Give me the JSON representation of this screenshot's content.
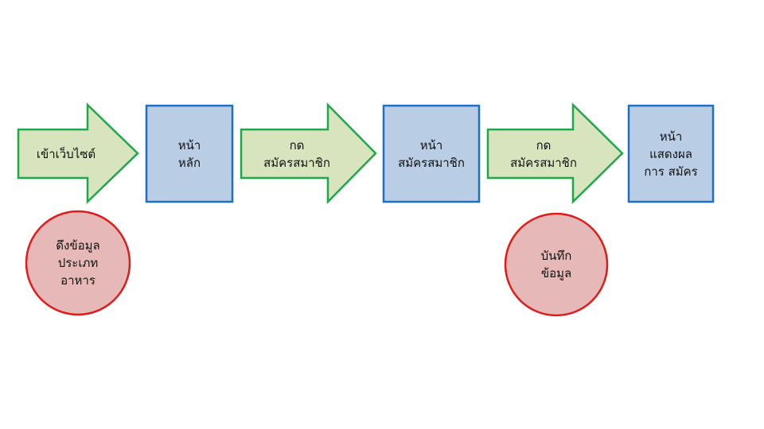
{
  "colors": {
    "arrow_fill": "#d7e4bd",
    "arrow_stroke": "#1ea84a",
    "box_fill": "#b9cde5",
    "box_stroke": "#1f6fc5",
    "circle_fill": "#e6b9b8",
    "circle_stroke": "#e01b1b"
  },
  "steps": [
    {
      "type": "arrow",
      "lines": [
        "เข้าเว็บไซต์"
      ]
    },
    {
      "type": "box",
      "lines": [
        "หน้า",
        "หลัก"
      ]
    },
    {
      "type": "arrow",
      "lines": [
        "กด",
        "สมัครสมาชิก"
      ]
    },
    {
      "type": "box",
      "lines": [
        "หน้า",
        "สมัครสมาชิก"
      ]
    },
    {
      "type": "arrow",
      "lines": [
        "กด",
        "สมัครสมาชิก"
      ]
    },
    {
      "type": "box",
      "lines": [
        "หน้า",
        "แสดงผล",
        "การ สมัคร"
      ]
    }
  ],
  "data_actions": [
    {
      "lines": [
        "ดึงข้อมูล",
        "ประเภท",
        "อาหาร"
      ]
    },
    {
      "lines": [
        "บันทึก",
        "ข้อมูล"
      ]
    }
  ]
}
